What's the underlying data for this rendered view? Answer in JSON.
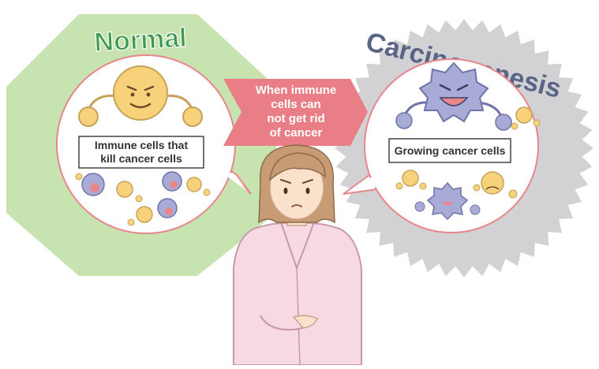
{
  "normal": {
    "title": "Normal",
    "label_line1": "Immune cells that",
    "label_line2": "kill cancer cells"
  },
  "carcinogenesis": {
    "title": "Carcinogenesis",
    "label": "Growing cancer cells"
  },
  "arrow": {
    "line1": "When immune",
    "line2": "cells can",
    "line3": "not get rid",
    "line4": "of cancer"
  },
  "colors": {
    "normal_bg": "#c6e3b0",
    "normal_title": "#3e9a4e",
    "gear_bg": "#d2d2d4",
    "carcino_title": "#5a6487",
    "bubble_border": "#e8868c",
    "arrow_fill": "#ea7e86",
    "immune_cell": "#f8d27a",
    "cancer_cell": "#a7abd6"
  }
}
